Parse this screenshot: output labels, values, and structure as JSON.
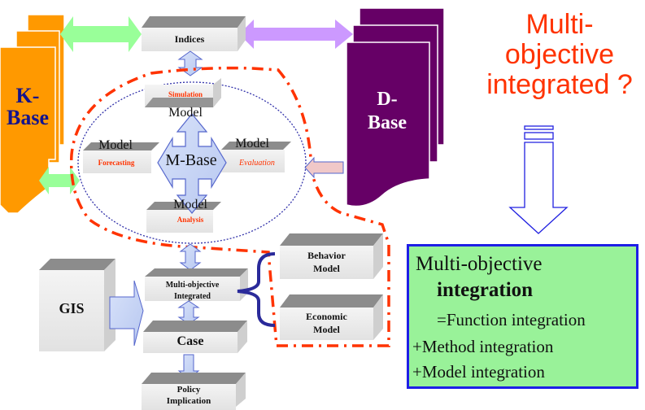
{
  "kbase": {
    "line1": "K-",
    "line2": "Base"
  },
  "dbase": {
    "line1": "D-",
    "line2": "Base"
  },
  "indices": "Indices",
  "mbase": {
    "center": "M-Base",
    "simulation": {
      "title": "Model",
      "sub": "Simulation"
    },
    "forecasting": {
      "title": "Model",
      "sub": "Forecasting"
    },
    "evaluation": {
      "title": "Model",
      "sub": "Evaluation"
    },
    "analysis": {
      "title": "Model",
      "sub": "Analysis"
    }
  },
  "gis": "GIS",
  "multi_objective": {
    "line1": "Multi-objective",
    "line2": "Integrated"
  },
  "case": "Case",
  "policy": {
    "line1": "Policy",
    "line2": "Implication"
  },
  "behavior": {
    "line1": "Behavior",
    "line2": "Model"
  },
  "economic": {
    "line1": "Economic",
    "line2": "Model"
  },
  "question": {
    "line1": "Multi-",
    "line2": "objective",
    "line3": "integrated ?"
  },
  "summary": {
    "line1": "Multi-objective",
    "line2": "integration",
    "line3": "=Function integration",
    "line4": "+Method integration",
    "line5": "+Model integration"
  },
  "colors": {
    "kbase": "#ff9900",
    "dbase": "#660066",
    "green_arrow": "#99ff99",
    "purple_arrow": "#cc99ff",
    "blue_arrow": "#c5d5f5",
    "pink_arrow": "#f0c8c8",
    "red_dash": "#ff3300",
    "summary_bg": "#99f299",
    "summary_border": "#1e1ee6",
    "question_text": "#ff3300"
  }
}
